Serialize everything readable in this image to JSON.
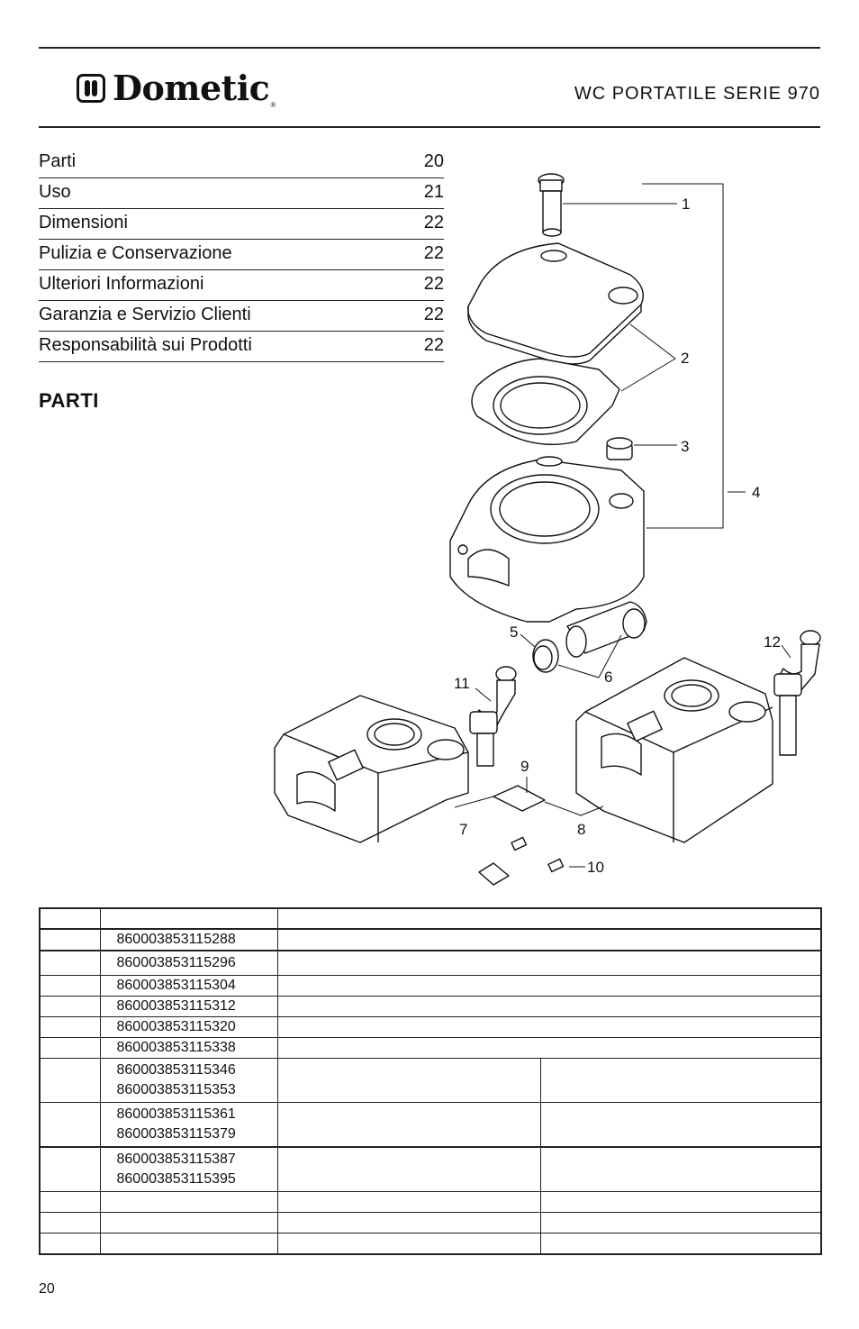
{
  "header": {
    "brand": "Dometic",
    "registered": "®",
    "title": "WC PORTATILE SERIE 970"
  },
  "toc": [
    {
      "label": "Parti",
      "page": "20"
    },
    {
      "label": "Uso",
      "page": "21"
    },
    {
      "label": "Dimensioni",
      "page": "22"
    },
    {
      "label": "Pulizia e Conservazione",
      "page": "22"
    },
    {
      "label": "Ulteriori Informazioni",
      "page": "22"
    },
    {
      "label": "Garanzia e Servizio Clienti",
      "page": "22"
    },
    {
      "label": "Responsabilità sui Prodotti",
      "page": "22"
    }
  ],
  "section_heading": "PARTI",
  "diagram": {
    "callouts": [
      "1",
      "2",
      "3",
      "4",
      "5",
      "6",
      "7",
      "8",
      "9",
      "10",
      "11",
      "12"
    ]
  },
  "parts_table": {
    "codes": [
      "860003853115288",
      "860003853115296",
      "860003853115304",
      "860003853115312",
      "860003853115320",
      "860003853115338",
      "860003853115346",
      "860003853115353",
      "860003853115361",
      "860003853115379",
      "860003853115387",
      "860003853115395"
    ]
  },
  "footer": {
    "page_number": "20"
  }
}
